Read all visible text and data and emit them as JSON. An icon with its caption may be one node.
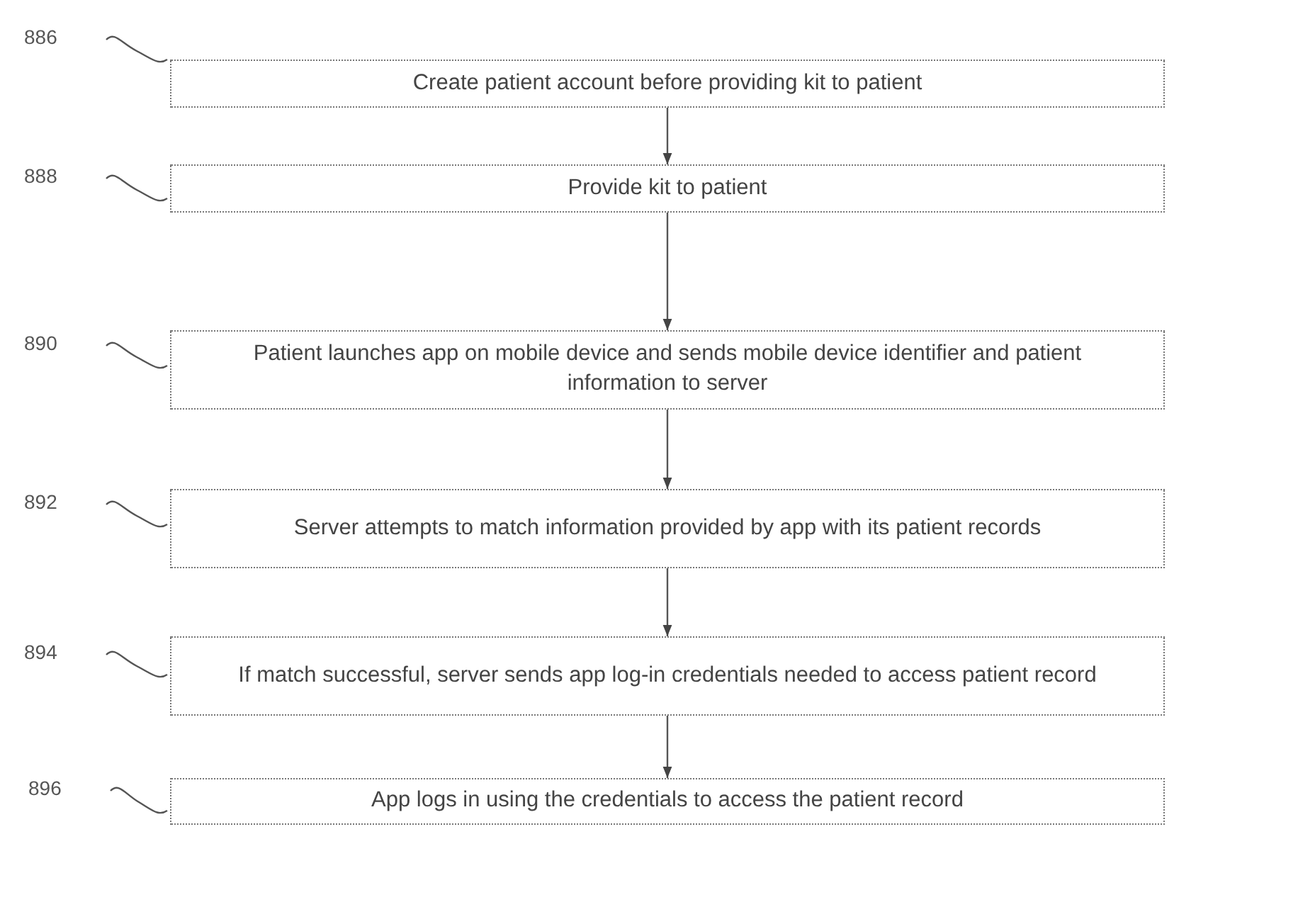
{
  "diagram": {
    "nodes": [
      {
        "text": [
          "886"
        ]
      },
      {
        "text": [
          "Create patient account before providing kit to patient"
        ]
      },
      {
        "text": [
          "888"
        ]
      },
      {
        "text": [
          "Provide kit to patient"
        ]
      },
      {
        "text": [
          "890"
        ]
      },
      {
        "text": [
          "Patient launches app on mobile device and sends mobile device identifier and patient information to server"
        ]
      },
      {
        "text": [
          "892"
        ]
      },
      {
        "text": [
          "Server attempts to match information provided by app with its patient records"
        ]
      },
      {
        "text": [
          "894"
        ]
      },
      {
        "text": [
          "If match successful, server sends app log-in credentials needed to access patient record"
        ]
      },
      {
        "text": [
          "896"
        ]
      },
      {
        "text": [
          "App logs in using the credentials to access the patient record"
        ]
      }
    ],
    "edges": [
      {
        "from": 0,
        "to": 1,
        "arrow": "none"
      },
      {
        "from": 2,
        "to": 3,
        "arrow": "none"
      },
      {
        "from": 4,
        "to": 5,
        "arrow": "none"
      },
      {
        "from": 6,
        "to": 7,
        "arrow": "none"
      },
      {
        "from": 8,
        "to": 9,
        "arrow": "none"
      },
      {
        "from": 10,
        "to": 11,
        "arrow": "none"
      },
      {
        "from": 1,
        "to": 3,
        "arrow": "to"
      },
      {
        "from": 3,
        "to": 5,
        "arrow": "to"
      },
      {
        "from": 5,
        "to": 7,
        "arrow": "to"
      },
      {
        "from": 7,
        "to": 9,
        "arrow": "to"
      },
      {
        "from": 9,
        "to": 11,
        "arrow": "to"
      }
    ]
  }
}
